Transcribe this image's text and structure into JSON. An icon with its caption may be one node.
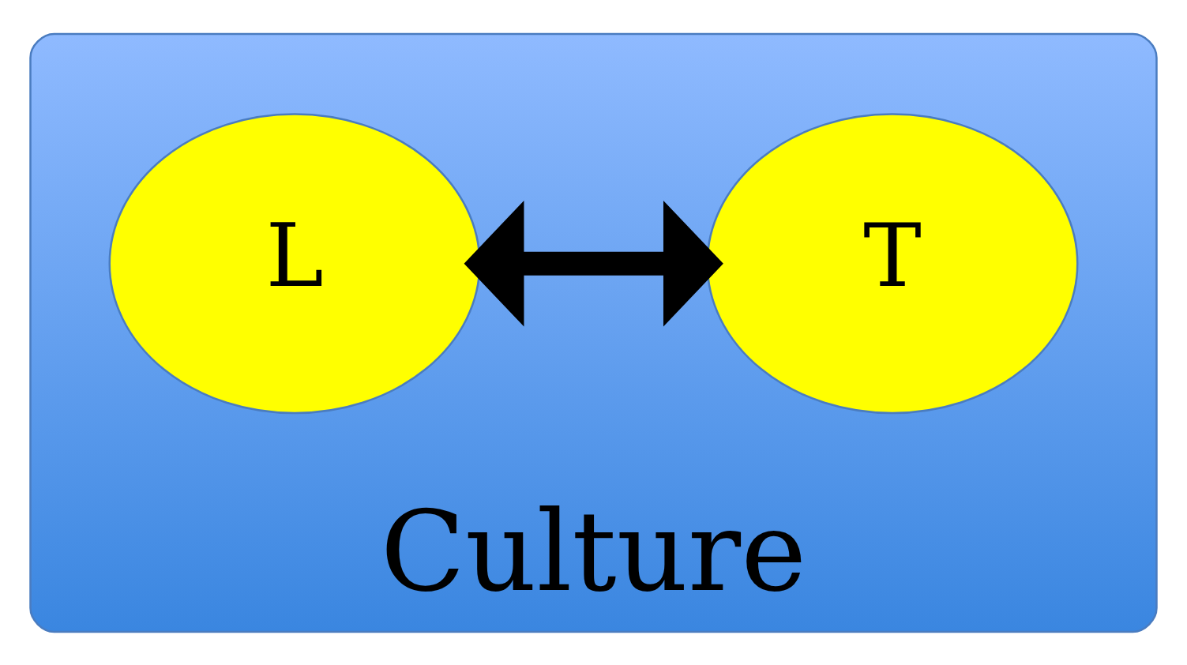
{
  "diagram": {
    "nodes": [
      {
        "text": [
          "Culture"
        ]
      },
      {
        "text": [
          "L"
        ],
        "in": 0
      },
      {
        "text": [
          "T"
        ],
        "in": 0
      }
    ],
    "edges": [
      {
        "from": 1,
        "to": 2,
        "arrow": "both"
      }
    ]
  }
}
